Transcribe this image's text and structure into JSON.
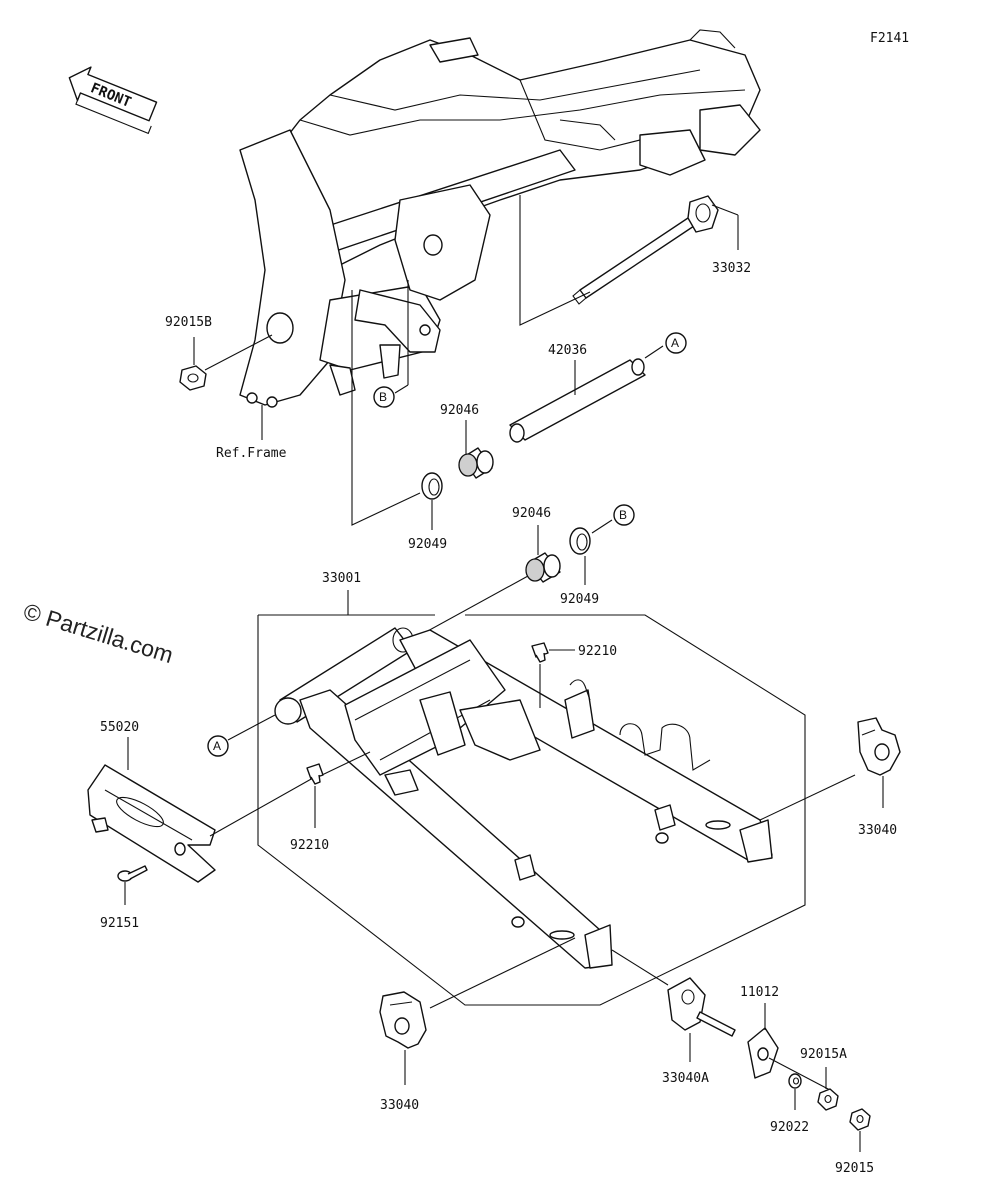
{
  "figure_code": "F2141",
  "front_label": "FRONT",
  "watermark": "© Partzilla.com",
  "ref_frame_label": "Ref.Frame",
  "callouts": {
    "a": "A",
    "b": "B"
  },
  "part_numbers": {
    "axle_bolt": "33032",
    "frame_nut": "92015B",
    "sleeve": "42036",
    "bearing_upper": "92046",
    "seal_upper": "92049",
    "bearing_lower": "92046",
    "seal_lower": "92049",
    "swingarm": "33001",
    "bolt_top": "92210",
    "chain_guide": "55020",
    "bolt_side": "92210",
    "screw_guide": "92151",
    "adjuster_right": "33040",
    "adjuster_left": "33040",
    "adjuster_bolt": "33040A",
    "plate": "11012",
    "nut_a": "92015A",
    "washer": "92022",
    "nut": "92015"
  }
}
